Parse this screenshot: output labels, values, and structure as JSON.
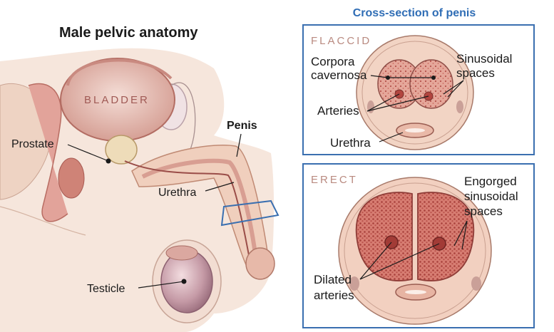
{
  "main_title": "Male pelvic anatomy",
  "panel_title": "Cross-section of penis",
  "anatomy": {
    "bladder": "BLADDER",
    "prostate": "Prostate",
    "penis": "Penis",
    "urethra": "Urethra",
    "testicle": "Testicle"
  },
  "flaccid": {
    "heading": "FLACCID",
    "corpora_line1": "Corpora",
    "corpora_line2": "cavernosa",
    "sinus_line1": "Sinusoidal",
    "sinus_line2": "spaces",
    "arteries": "Arteries",
    "urethra": "Urethra"
  },
  "erect": {
    "heading": "ERECT",
    "engorged_line1": "Engorged",
    "engorged_line2": "sinusoidal",
    "engorged_line3": "spaces",
    "dilated_line1": "Dilated",
    "dilated_line2": "arteries"
  },
  "colors": {
    "panel_border": "#3a6fb0",
    "panel_title": "#2f6db5",
    "section_heading": "#b98a80",
    "tissue": "#e9c0ad",
    "erectile": "#d9857c"
  }
}
